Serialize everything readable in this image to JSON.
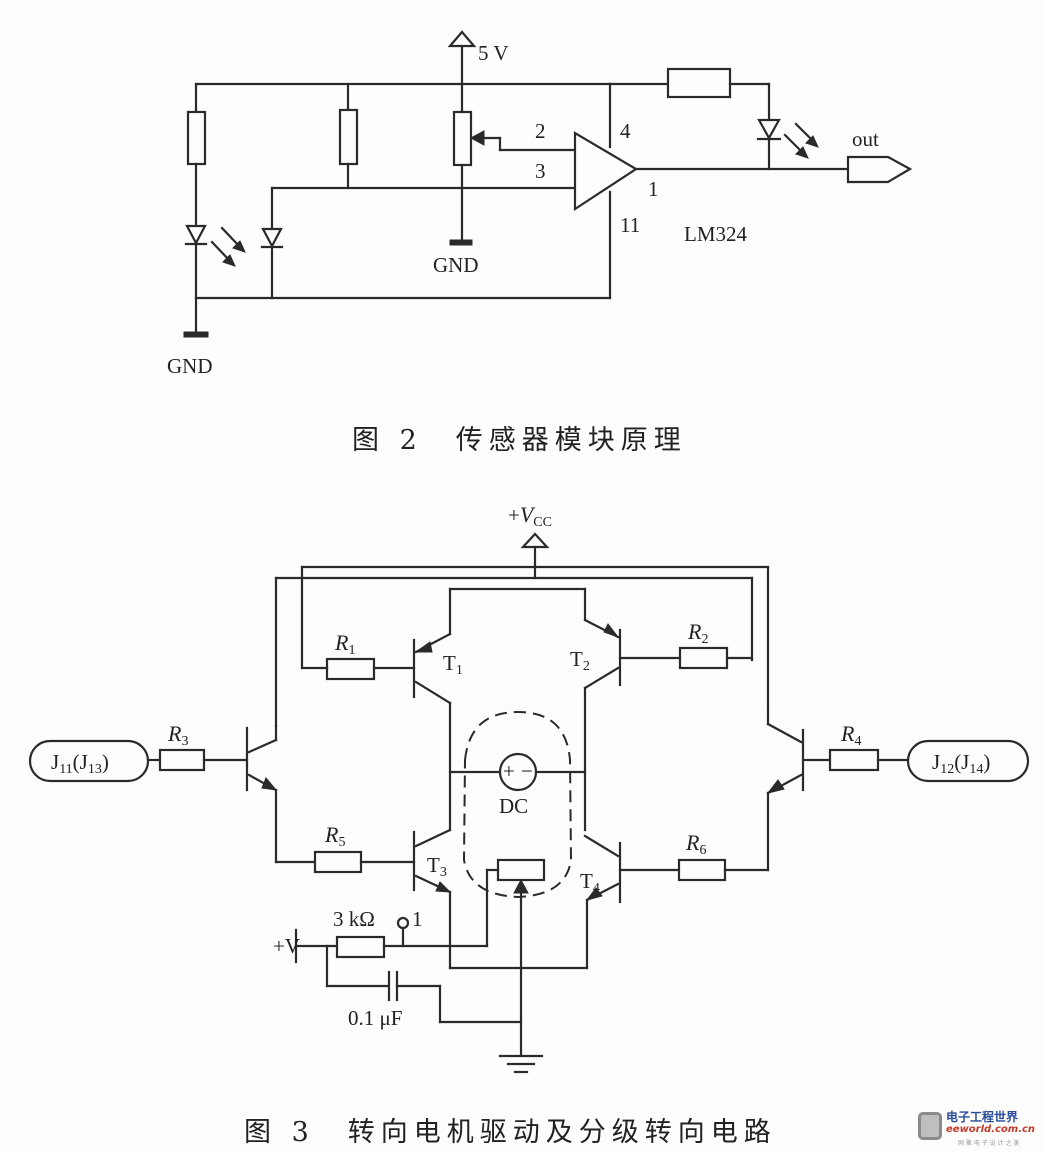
{
  "figure2": {
    "caption": "图 2　传感器模块原理",
    "labels": {
      "supply": "5 V",
      "gnd_pot": "GND",
      "gnd_left": "GND",
      "pin2": "2",
      "pin3": "3",
      "pin4": "4",
      "pin1": "1",
      "pin11": "11",
      "opamp": "LM324",
      "output": "out"
    }
  },
  "figure3": {
    "caption": "图 3　转向电机驱动及分级转向电路",
    "labels": {
      "vcc_plus": "+",
      "vcc_main": "V",
      "vcc_sub": "CC",
      "r1": "R",
      "r1_sub": "1",
      "r2": "R",
      "r2_sub": "2",
      "r3": "R",
      "r3_sub": "3",
      "r4": "R",
      "r4_sub": "4",
      "r5": "R",
      "r5_sub": "5",
      "r6": "R",
      "r6_sub": "6",
      "t1": "T",
      "t1_sub": "1",
      "t2": "T",
      "t2_sub": "2",
      "t3": "T",
      "t3_sub": "3",
      "t4": "T",
      "t4_sub": "4",
      "j_left": "J",
      "j_left_s1": "11",
      "j_left_mid": "(J",
      "j_left_s2": "13",
      "j_left_end": ")",
      "j_right": "J",
      "j_right_s1": "12",
      "j_right_mid": "(J",
      "j_right_s2": "14",
      "j_right_end": ")",
      "motor": "DC",
      "motor_plus": "+",
      "motor_minus": "−",
      "supply_v": "+V",
      "resistor_3k": "3 kΩ",
      "tap_1": "1",
      "capacitor": "0.1 μF"
    }
  },
  "watermark": {
    "title": "电子工程世界",
    "site": "eeworld.com.cn",
    "tagline": "网 聚 电 子 设 计 之 美"
  }
}
